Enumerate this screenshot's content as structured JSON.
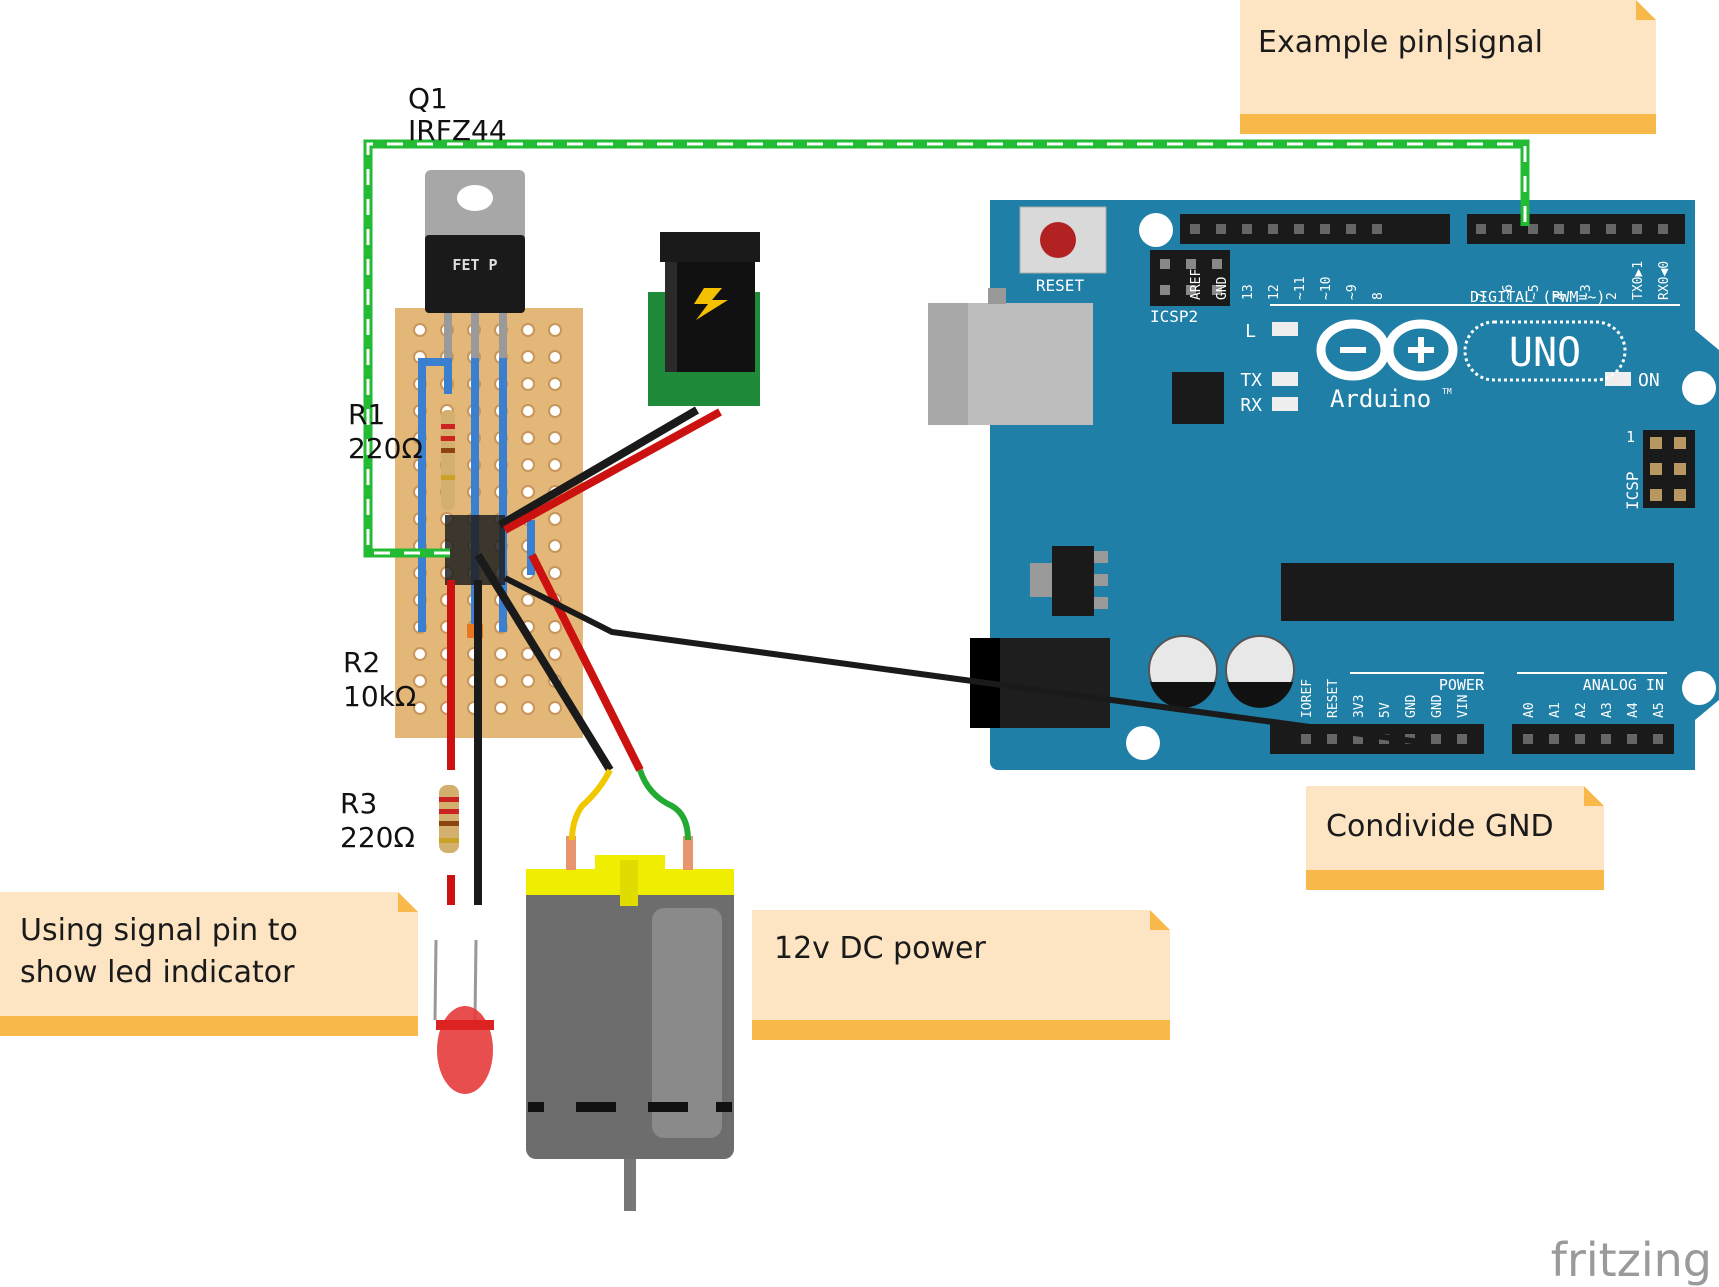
{
  "notes": {
    "example": "Example pin|signal",
    "condivide": "Condivide GND",
    "led": [
      "Using signal pin to",
      "show led indicator"
    ],
    "power": "12v DC power"
  },
  "components": {
    "q1": {
      "ref": "Q1",
      "part": "IRFZ44",
      "body": "FET P"
    },
    "r1": {
      "ref": "R1",
      "value": "220Ω"
    },
    "r2": {
      "ref": "R2",
      "value": "10kΩ"
    },
    "r3": {
      "ref": "R3",
      "value": "220Ω"
    }
  },
  "arduino": {
    "reset": "RESET",
    "icsp2": "ICSP2",
    "icsp": "ICSP",
    "icsp_pin1": "1",
    "digital": "DIGITAL (PWM=~)",
    "led_l": "L",
    "led_tx": "TX",
    "led_rx": "RX",
    "led_on": "ON",
    "brand": "Arduino",
    "tm": "TM",
    "model": "UNO",
    "power": "POWER",
    "analog": "ANALOG IN",
    "digital_pins": [
      "AREF",
      "GND",
      "13",
      "12",
      "~11",
      "~10",
      "~9",
      "8",
      "7",
      "~6",
      "~5",
      "4",
      "~3",
      "2",
      "TX0▶1",
      "RX0◀0"
    ],
    "power_pins": [
      "IOREF",
      "RESET",
      "3V3",
      "5V",
      "GND",
      "GND",
      "VIN"
    ],
    "analog_pins": [
      "A0",
      "A1",
      "A2",
      "A3",
      "A4",
      "A5"
    ]
  },
  "watermark": "fritzing",
  "colors": {
    "arduino": "#1f7fa6",
    "note": "#fde5c4",
    "note_bar": "#f8b84a",
    "stripboard": "#e3b777",
    "signal_wire": "#22bb33",
    "red_wire": "#cc1111",
    "black_wire": "#1a1a1a",
    "blue_strip": "#3b7fd0"
  }
}
